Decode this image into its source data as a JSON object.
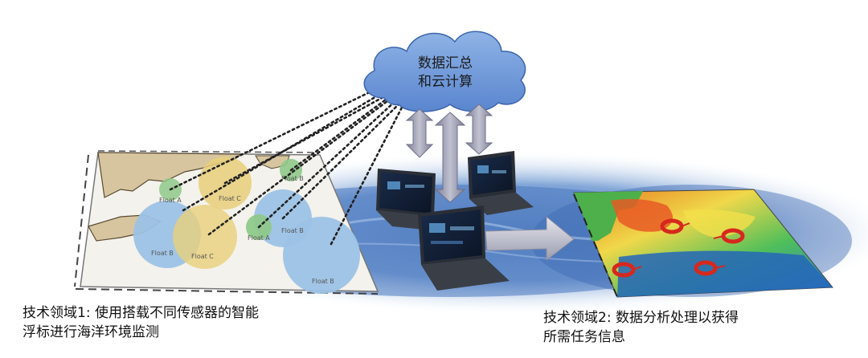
{
  "cloud": {
    "line1": "数据汇总",
    "line2": "和云计算"
  },
  "floats": {
    "a1": "Float A",
    "c_top": "Float C",
    "b_small": "Float B",
    "a2": "Float A",
    "b_mid": "Float B",
    "b_left": "Float B",
    "c_mid": "Float C",
    "b_big": "Float B"
  },
  "captions": {
    "left_line1": "技术领域1: 使用搭载不同传感器的智能",
    "left_line2": "浮标进行海洋环境监测",
    "right_line1": "技术领域2: 数据分析处理以获得",
    "right_line2": "所需任务信息"
  },
  "colors": {
    "ocean": "#4d7fc4",
    "float_blue": "#9cc2e6",
    "float_yellow": "#e8cf7a",
    "float_green": "#8fc98a",
    "arrow_gray": "#9a9cb0",
    "target_red": "#d6281e"
  }
}
